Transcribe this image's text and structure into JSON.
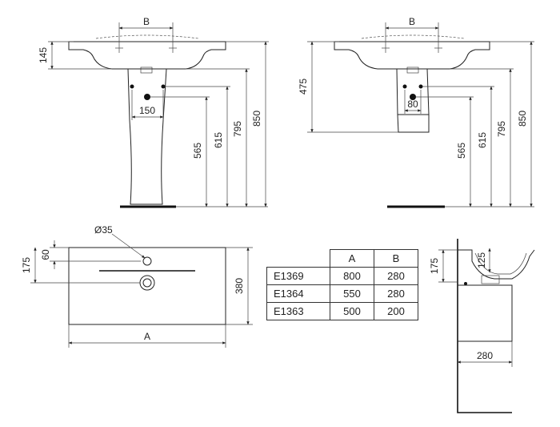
{
  "front_view": {
    "dim_b": "B",
    "dim_145": "145",
    "dim_150": "150",
    "dim_565": "565",
    "dim_615": "615",
    "dim_795": "795",
    "dim_850": "850"
  },
  "side_view": {
    "dim_b": "B",
    "dim_475": "475",
    "dim_80": "80",
    "dim_565": "565",
    "dim_615": "615",
    "dim_795": "795",
    "dim_850": "850"
  },
  "plan_view": {
    "dim_hole": "Ø35",
    "dim_60": "60",
    "dim_175": "175",
    "dim_380": "380",
    "dim_a": "A"
  },
  "section_view": {
    "dim_175": "175",
    "dim_125": "125",
    "dim_280": "280"
  },
  "spec_table": {
    "headers": [
      "A",
      "B"
    ],
    "rows": [
      {
        "code": "E1369",
        "a": "800",
        "b": "280"
      },
      {
        "code": "E1364",
        "a": "550",
        "b": "280"
      },
      {
        "code": "E1363",
        "a": "500",
        "b": "200"
      }
    ]
  }
}
